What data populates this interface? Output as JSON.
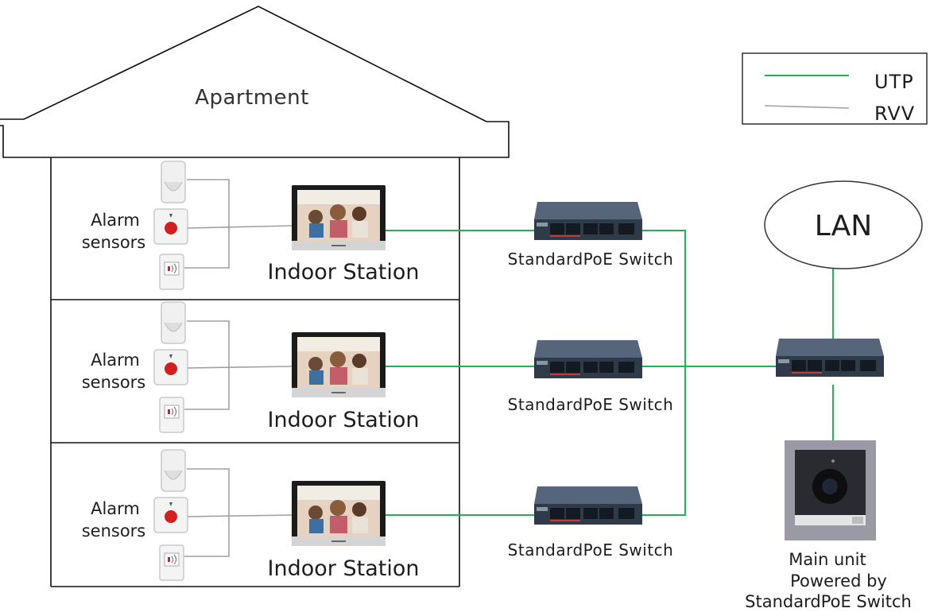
{
  "building": {
    "title": "Apartment",
    "floors": [
      {
        "sensors_label_line1": "Alarm",
        "sensors_label_line2": "sensors",
        "station_label": "Indoor Station",
        "switch_label": "StandardPoE Switch"
      },
      {
        "sensors_label_line1": "Alarm",
        "sensors_label_line2": "sensors",
        "station_label": "Indoor Station",
        "switch_label": "StandardPoE Switch"
      },
      {
        "sensors_label_line1": "Alarm",
        "sensors_label_line2": "sensors",
        "station_label": "Indoor Station",
        "switch_label": "StandardPoE Switch"
      }
    ]
  },
  "network": {
    "lan_label": "LAN",
    "main_unit_line1": "Main unit",
    "main_unit_line2": "Powered by",
    "main_unit_line3": "StandardPoE Switch"
  },
  "legend": {
    "items": [
      {
        "label": "UTP",
        "color": "#1fb356"
      },
      {
        "label": "RVV",
        "color": "#a0a0a0"
      }
    ]
  },
  "icons": [
    "motion-detector-icon",
    "panic-button-icon",
    "card-reader-icon",
    "indoor-station-icon",
    "poe-switch-icon",
    "door-station-icon"
  ],
  "colors": {
    "utp": "#1fb356",
    "rvv": "#a0a0a0",
    "switch_body": "#3d4b5c"
  }
}
